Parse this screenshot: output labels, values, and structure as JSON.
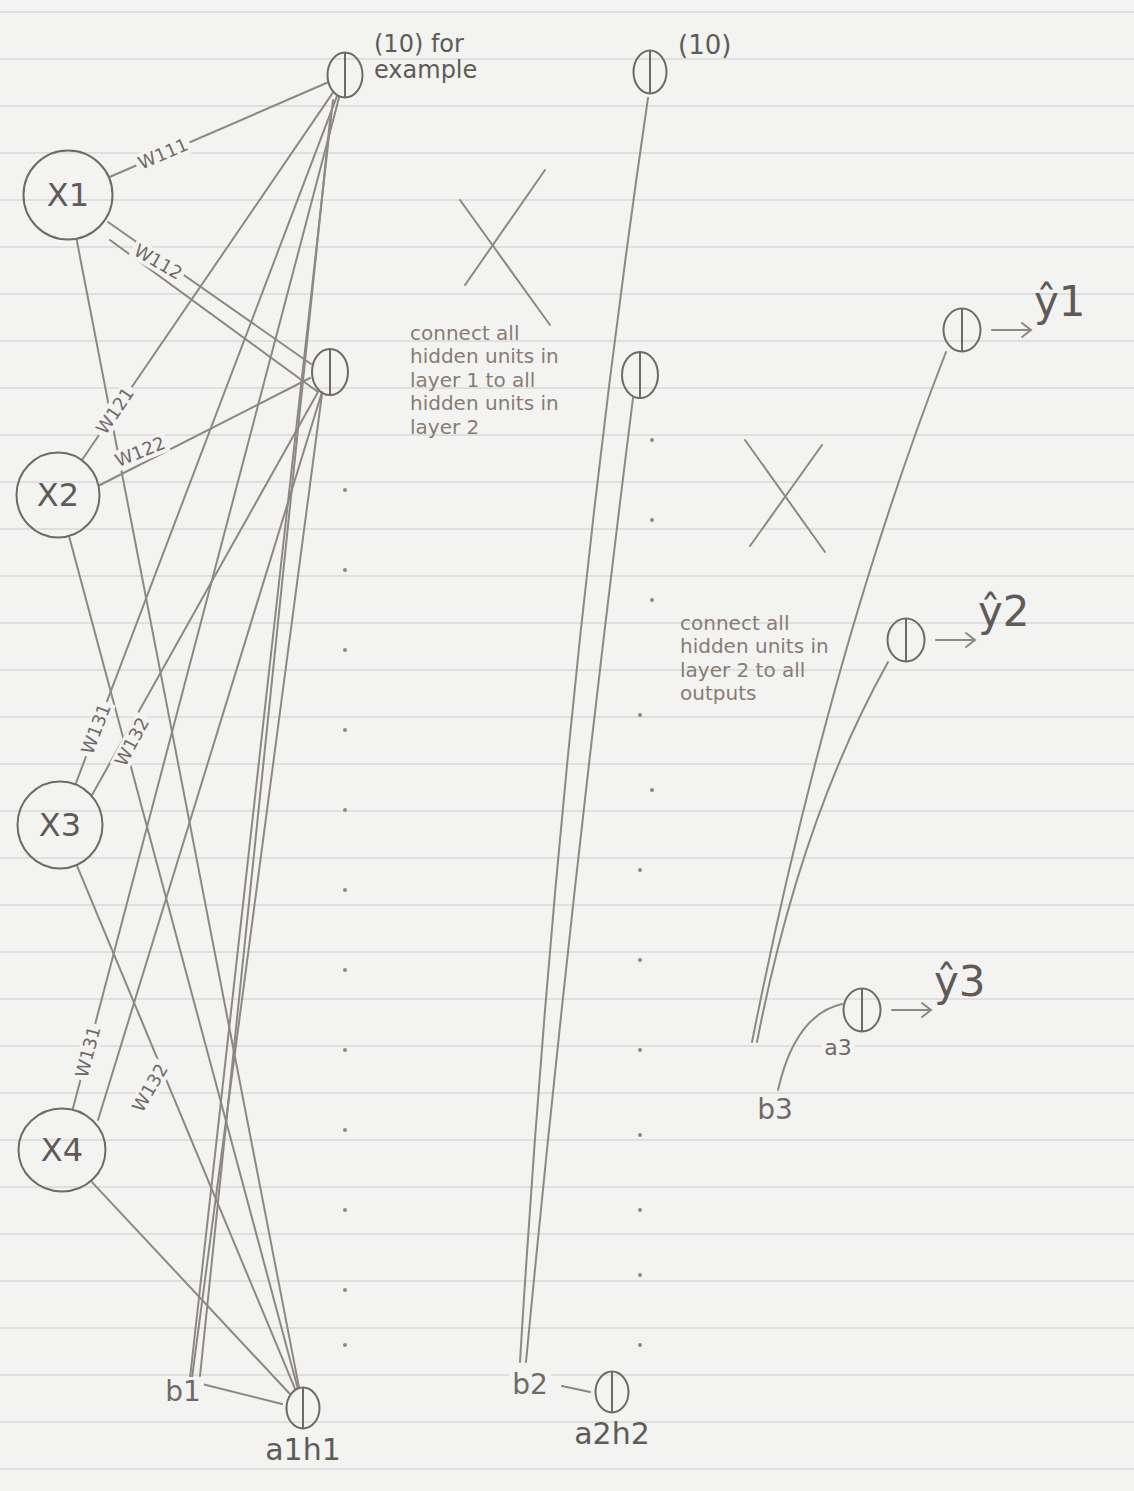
{
  "diagram": {
    "nodes": [
      {
        "text": [
          "X1"
        ]
      },
      {
        "text": [
          "X2"
        ]
      },
      {
        "text": [
          "X3"
        ]
      },
      {
        "text": [
          "X4"
        ]
      },
      {
        "text": [
          "(10) for example"
        ]
      },
      {
        "text": [
          "a1h1"
        ]
      },
      {
        "text": [
          "(10)"
        ]
      },
      {
        "text": [
          "a2h2"
        ]
      },
      {
        "text": [
          "ŷ1"
        ]
      },
      {
        "text": [
          "ŷ2"
        ]
      },
      {
        "text": [
          "ŷ3"
        ]
      }
    ],
    "edges": [
      {
        "from": 0,
        "to": 4,
        "arrow": "none",
        "label": "W111"
      },
      {
        "from": 1,
        "to": 4,
        "arrow": "none",
        "label": "W121"
      },
      {
        "from": 2,
        "to": 4,
        "arrow": "none",
        "label": "W131"
      },
      {
        "from": 3,
        "to": 4,
        "arrow": "none",
        "label": "W131"
      },
      {
        "from": 0,
        "to": 5,
        "arrow": "none"
      },
      {
        "from": 1,
        "to": 5,
        "arrow": "none"
      },
      {
        "from": 2,
        "to": 5,
        "arrow": "none"
      },
      {
        "from": 3,
        "to": 5,
        "arrow": "none"
      }
    ],
    "labels": [
      "W112",
      "W122",
      "W132",
      "W132",
      "connect all hidden units in layer 1 to all hidden units in layer 2",
      "connect all hidden units in layer 2 to all outputs",
      "b1",
      "b2",
      "b3",
      "a3"
    ]
  }
}
